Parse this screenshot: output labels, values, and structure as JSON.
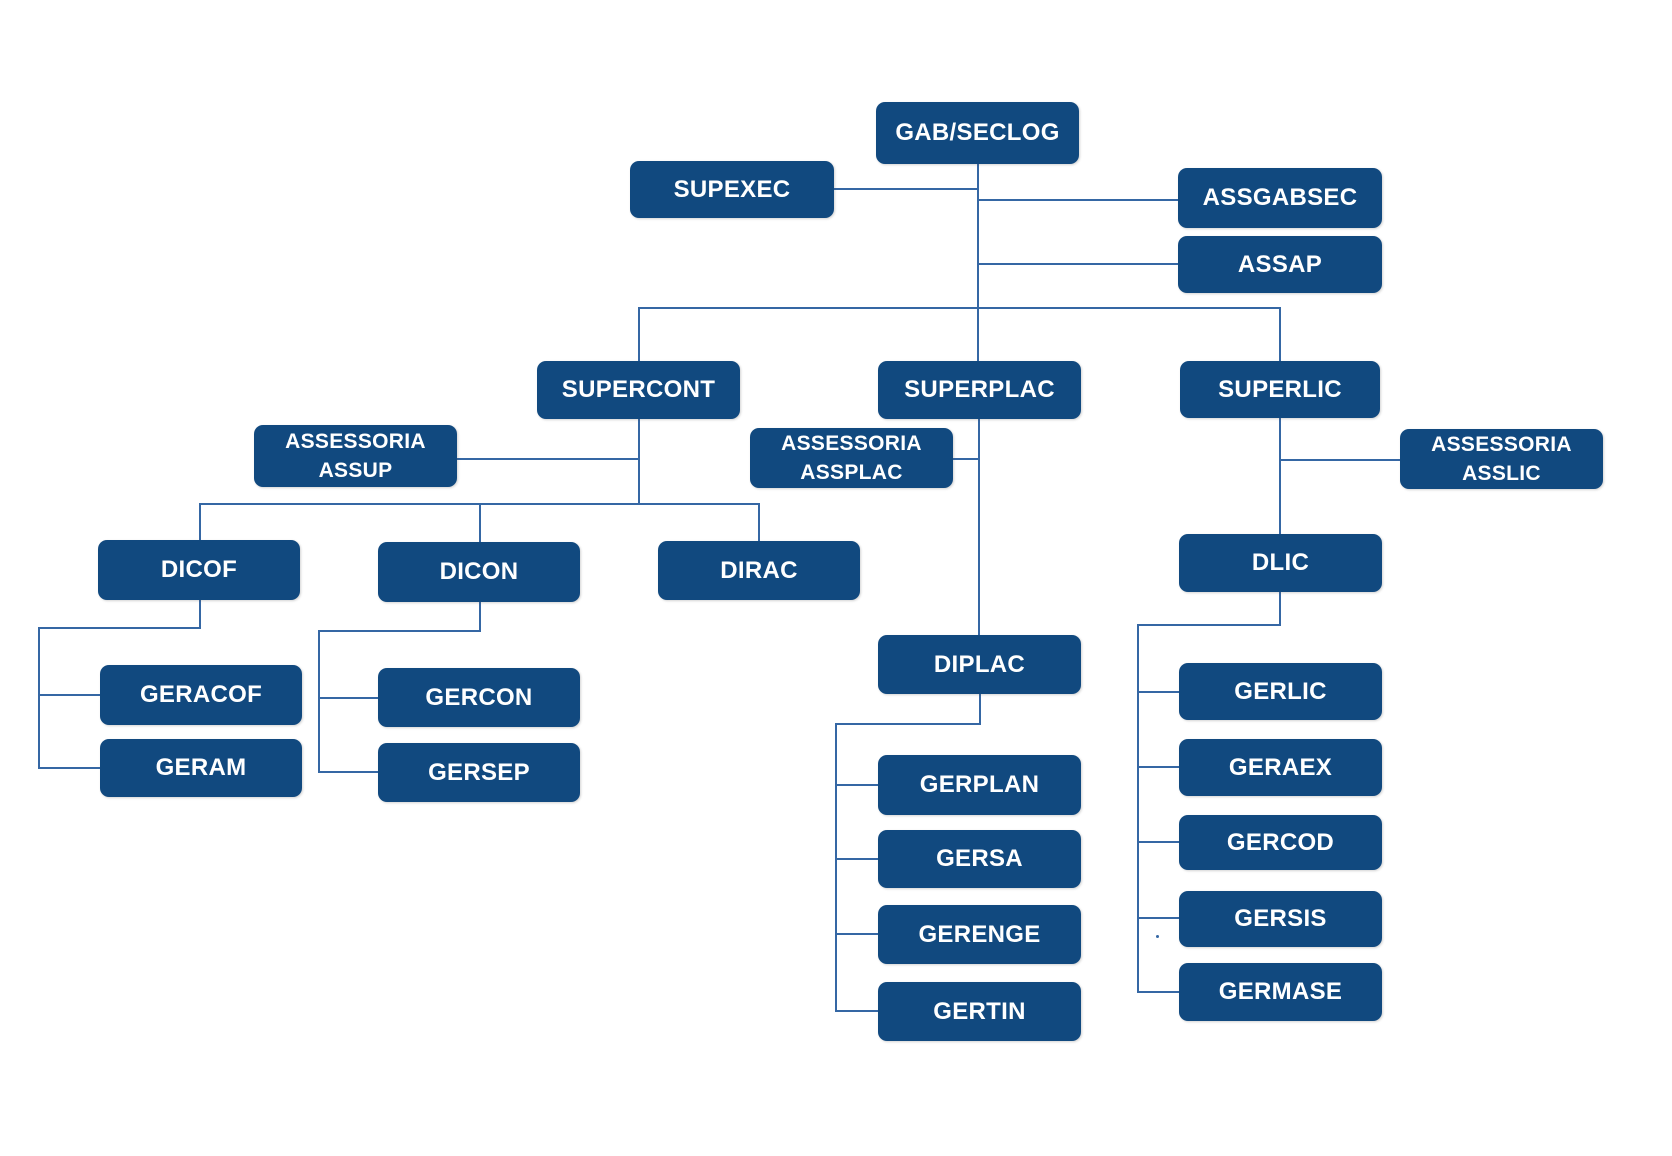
{
  "diagram": {
    "type": "org-chart",
    "colors": {
      "node_fill": "#11497F",
      "node_text": "#FFFFFF",
      "connector": "#3567A4",
      "background": "#FFFFFF"
    },
    "nodes": {
      "gabseclog": {
        "label": "GAB/SECLOG"
      },
      "supexec": {
        "label": "SUPEXEC"
      },
      "assgabsec": {
        "label": "ASSGABSEC"
      },
      "assap": {
        "label": "ASSAP"
      },
      "supercont": {
        "label": "SUPERCONT"
      },
      "superplac": {
        "label": "SUPERPLAC"
      },
      "superlic": {
        "label": "SUPERLIC"
      },
      "assup": {
        "line1": "ASSESSORIA",
        "line2": "ASSUP"
      },
      "assplac": {
        "line1": "ASSESSORIA",
        "line2": "ASSPLAC"
      },
      "asslic": {
        "line1": "ASSESSORIA",
        "line2": "ASSLIC"
      },
      "dicof": {
        "label": "DICOF"
      },
      "dicon": {
        "label": "DICON"
      },
      "dirac": {
        "label": "DIRAC"
      },
      "geracof": {
        "label": "GERACOF"
      },
      "geram": {
        "label": "GERAM"
      },
      "gercon": {
        "label": "GERCON"
      },
      "gersep": {
        "label": "GERSEP"
      },
      "diplac": {
        "label": "DIPLAC"
      },
      "gerplan": {
        "label": "GERPLAN"
      },
      "gersa": {
        "label": "GERSA"
      },
      "gerenge": {
        "label": "GERENGE"
      },
      "gertin": {
        "label": "GERTIN"
      },
      "dlic": {
        "label": "DLIC"
      },
      "gerlic": {
        "label": "GERLIC"
      },
      "geraex": {
        "label": "GERAEX"
      },
      "gercod": {
        "label": "GERCOD"
      },
      "gersis": {
        "label": "GERSIS"
      },
      "germase": {
        "label": "GERMASE"
      }
    },
    "structure": [
      {
        "parent": "GAB/SECLOG",
        "staff": [
          "SUPEXEC",
          "ASSGABSEC",
          "ASSAP"
        ],
        "children": [
          "SUPERCONT",
          "SUPERPLAC",
          "SUPERLIC"
        ]
      },
      {
        "parent": "SUPERCONT",
        "staff": [
          "ASSESSORIA ASSUP"
        ],
        "children": [
          "DICOF",
          "DICON",
          "DIRAC"
        ]
      },
      {
        "parent": "DICOF",
        "children": [
          "GERACOF",
          "GERAM"
        ]
      },
      {
        "parent": "DICON",
        "children": [
          "GERCON",
          "GERSEP"
        ]
      },
      {
        "parent": "SUPERPLAC",
        "staff": [
          "ASSESSORIA ASSPLAC"
        ],
        "children": [
          "DIPLAC"
        ]
      },
      {
        "parent": "DIPLAC",
        "children": [
          "GERPLAN",
          "GERSA",
          "GERENGE",
          "GERTIN"
        ]
      },
      {
        "parent": "SUPERLIC",
        "staff": [
          "ASSESSORIA ASSLIC"
        ],
        "children": [
          "DLIC"
        ]
      },
      {
        "parent": "DLIC",
        "children": [
          "GERLIC",
          "GERAEX",
          "GERCOD",
          "GERSIS",
          "GERMASE"
        ]
      }
    ]
  }
}
